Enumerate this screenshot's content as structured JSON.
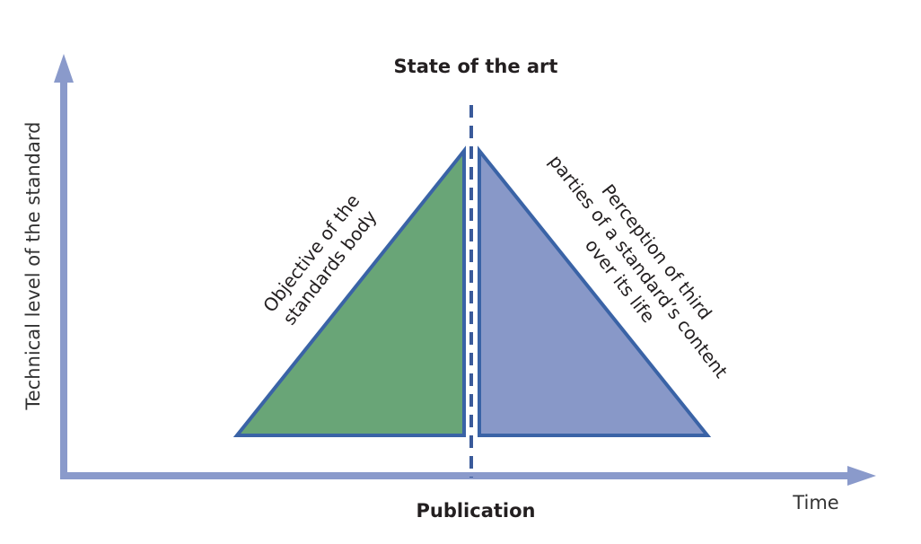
{
  "title": "State of the art",
  "x_axis": {
    "label": "Time",
    "marker": "Publication"
  },
  "y_axis": {
    "label": "Technical level of the standard"
  },
  "left_triangle": {
    "lines": [
      "Objective of the",
      "standards body"
    ],
    "fill": "#69a577"
  },
  "right_triangle": {
    "lines": [
      "Perception of third",
      "parties of a standard’s content",
      "over its life"
    ],
    "fill": "#8898c8"
  },
  "colors": {
    "axis": "#8a9acb",
    "outline": "#3a63a6",
    "divider": "#3a5a9a"
  }
}
